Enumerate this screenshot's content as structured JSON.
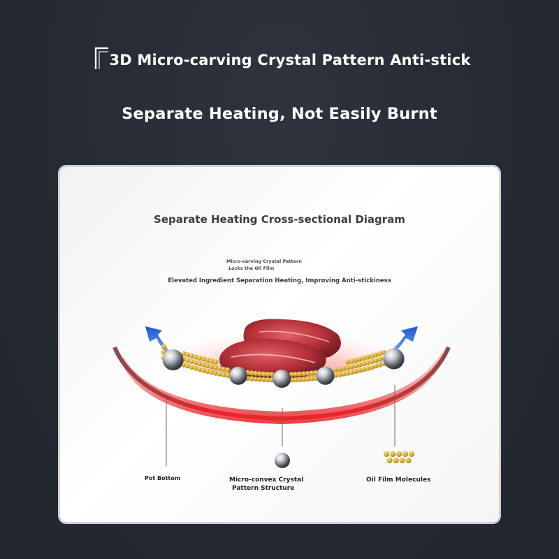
{
  "header": {
    "title": "3D Micro-carving Crystal Pattern Anti-stick",
    "subtitle": "Separate Heating, Not Easily Burnt"
  },
  "panel": {
    "title": "Separate Heating Cross-sectional Diagram",
    "caption_lock_line1": "Micro-carving Crystal Pattern",
    "caption_lock_line2": "Locks the Oil Film",
    "caption_elevated": "Elevated Ingredient Separation Heating, Improving Anti-stickiness",
    "labels": {
      "pot_bottom": "Pot Bottom",
      "micro_convex_line1": "Micro-convex Crystal",
      "micro_convex_line2": "Pattern Structure",
      "oil_film": "Oil Film Molecules"
    }
  },
  "colors": {
    "background": "#262a33",
    "heat_red": "#e8262c",
    "arrow_blue": "#2b66d8",
    "oil_gold": "#d4a82a",
    "meat_red": "#b8323a"
  },
  "icons": {
    "corner": "corner-bracket-icon",
    "meat": "steak-icon",
    "sphere": "steel-sphere-icon"
  }
}
